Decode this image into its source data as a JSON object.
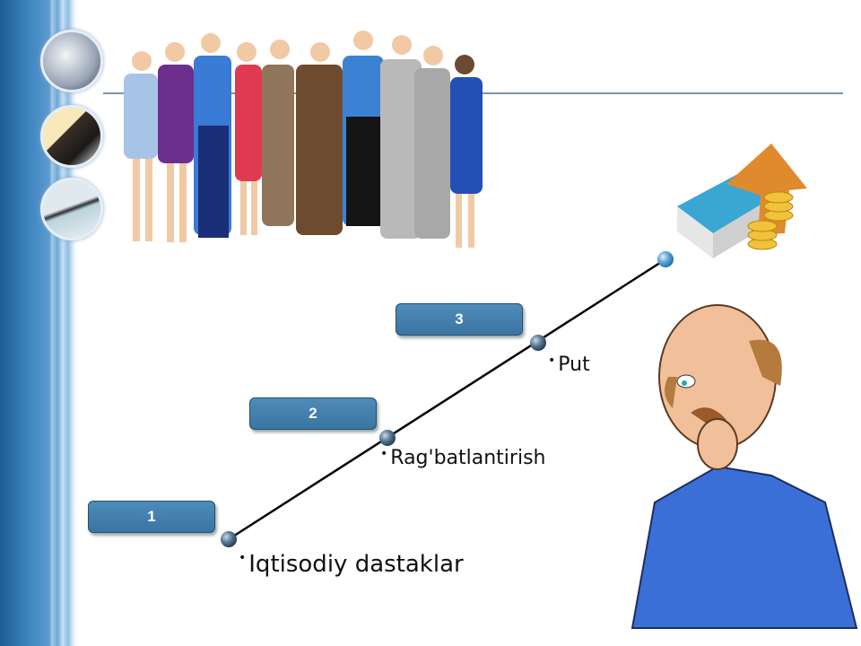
{
  "steps": [
    {
      "number": "1",
      "label": "Iqtisodiy dastaklar"
    },
    {
      "number": "2",
      "label": "Rag'batlantirish"
    },
    {
      "number": "3",
      "label": "Put"
    }
  ],
  "bullet": "•",
  "colors": {
    "accent": "#3a74a3",
    "sidebar": "#3a82bd"
  }
}
